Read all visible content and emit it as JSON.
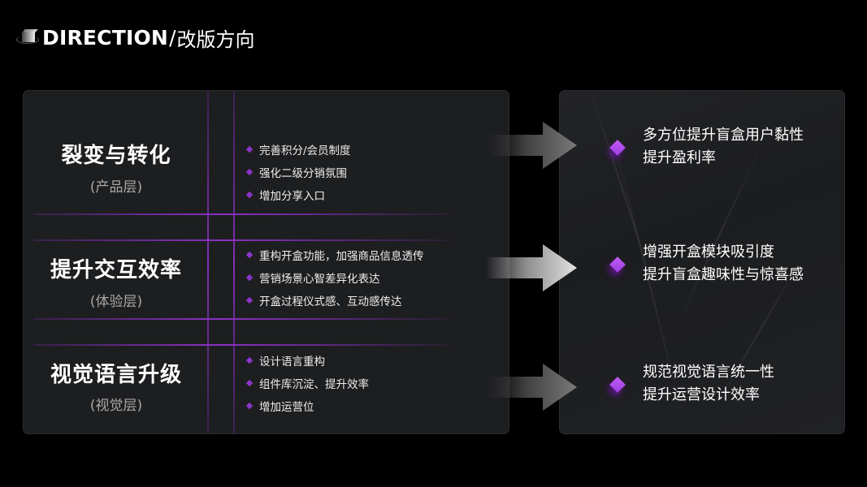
{
  "header": {
    "icon": "cube-logo-icon",
    "title": "DIRECTION",
    "separator": "/",
    "subtitle": "改版方向"
  },
  "colors": {
    "background": "#000000",
    "panel": "#1d1e20",
    "accent_purple": "#8a35c8",
    "diamond_purple": "#b34ef0"
  },
  "directions": [
    {
      "title": "裂变与转化",
      "layer": "(产品层)",
      "items": [
        "完善积分/会员制度",
        "强化二级分销氛围",
        "增加分享入口"
      ],
      "outcome": [
        "多方位提升盲盒用户黏性",
        "提升盈利率"
      ]
    },
    {
      "title": "提升交互效率",
      "layer": "(体验层)",
      "items": [
        "重构开盒功能，加强商品信息透传",
        "营销场景心智差异化表达",
        "开盒过程仪式感、互动感传达"
      ],
      "outcome": [
        "增强开盒模块吸引度",
        "提升盲盒趣味性与惊喜感"
      ]
    },
    {
      "title": "视觉语言升级",
      "layer": "(视觉层)",
      "items": [
        "设计语言重构",
        "组件库沉淀、提升效率",
        "增加运营位"
      ],
      "outcome": [
        "规范视觉语言统一性",
        "提升运营设计效率"
      ]
    }
  ]
}
